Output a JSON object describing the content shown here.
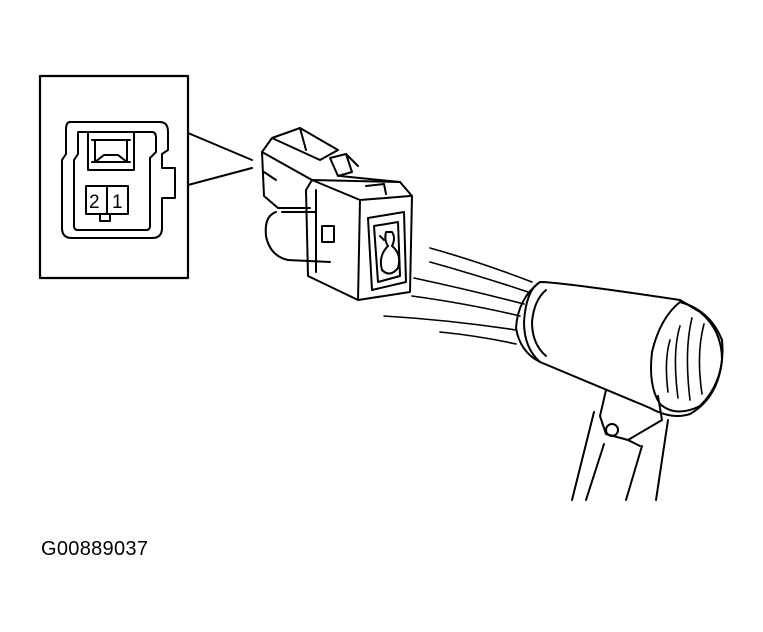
{
  "inset": {
    "pin_labels": [
      "2",
      "1"
    ]
  },
  "figure_id": "G00889037",
  "colors": {
    "line": "#000000",
    "background": "#ffffff"
  }
}
